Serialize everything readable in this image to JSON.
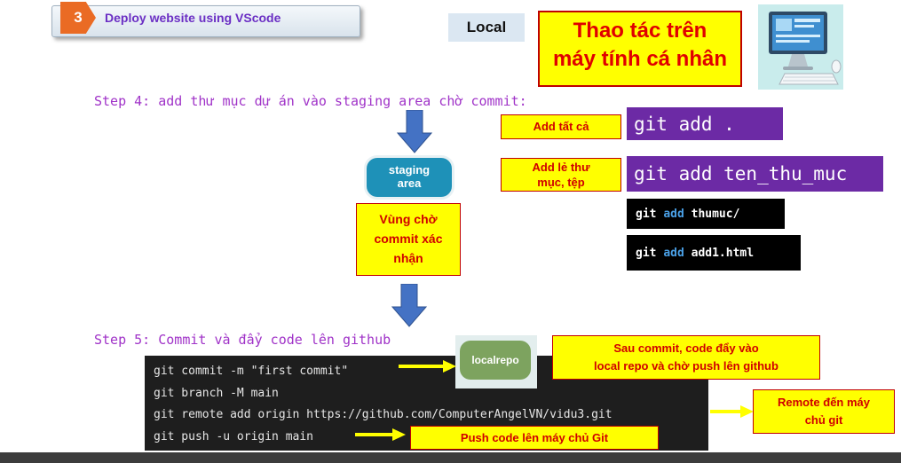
{
  "header": {
    "number": "3",
    "title": "Deploy website using VScode"
  },
  "local_label": "Local",
  "note_title": {
    "line1": "Thao tác trên",
    "line2": "máy tính cá nhân"
  },
  "step4": {
    "text": "Step 4: add thư mục dự án vào staging area chờ commit:",
    "add_all_label": "Add tất cả",
    "add_all_cmd": "git add .",
    "add_single_label": {
      "line1": "Add lẻ thư",
      "line2": "mục, tệp"
    },
    "add_single_cmd": "git add ten_thu_muc",
    "example1": {
      "prefix": "git",
      "kw": "add",
      "arg": "thumuc/"
    },
    "example2": {
      "prefix": "git",
      "kw": "add",
      "arg": "add1.html"
    }
  },
  "staging": {
    "pill": {
      "line1": "staging",
      "line2": "area"
    },
    "note": {
      "line1": "Vùng chờ",
      "line2": "commit xác",
      "line3": "nhận"
    }
  },
  "step5": {
    "text": "Step 5: Commit và đẩy code lên github",
    "code_lines": [
      "git commit -m \"first commit\"",
      "git branch -M main",
      "git remote add origin https://github.com/ComputerAngelVN/vidu3.git",
      "git push -u origin main"
    ],
    "localrepo": "localrepo",
    "commit_note": {
      "line1": "Sau commit, code đẩy vào",
      "line2": "local repo và chờ push lên github"
    },
    "remote_note": {
      "line1": "Remote đến máy",
      "line2": "chủ git"
    },
    "push_note": "Push code lên máy chủ Git"
  },
  "colors": {
    "accent_orange": "#ea6b24",
    "title_purple": "#6b2fc4",
    "step_purple": "#a033c8",
    "note_yellow": "#ffff00",
    "note_red": "#c00000",
    "arrow_blue": "#4472c4",
    "staging_teal": "#1e91b8",
    "localrepo_green": "#7da35f"
  },
  "icons": [
    "desktop-computer-icon",
    "down-arrow-icon",
    "right-arrow-icon"
  ]
}
